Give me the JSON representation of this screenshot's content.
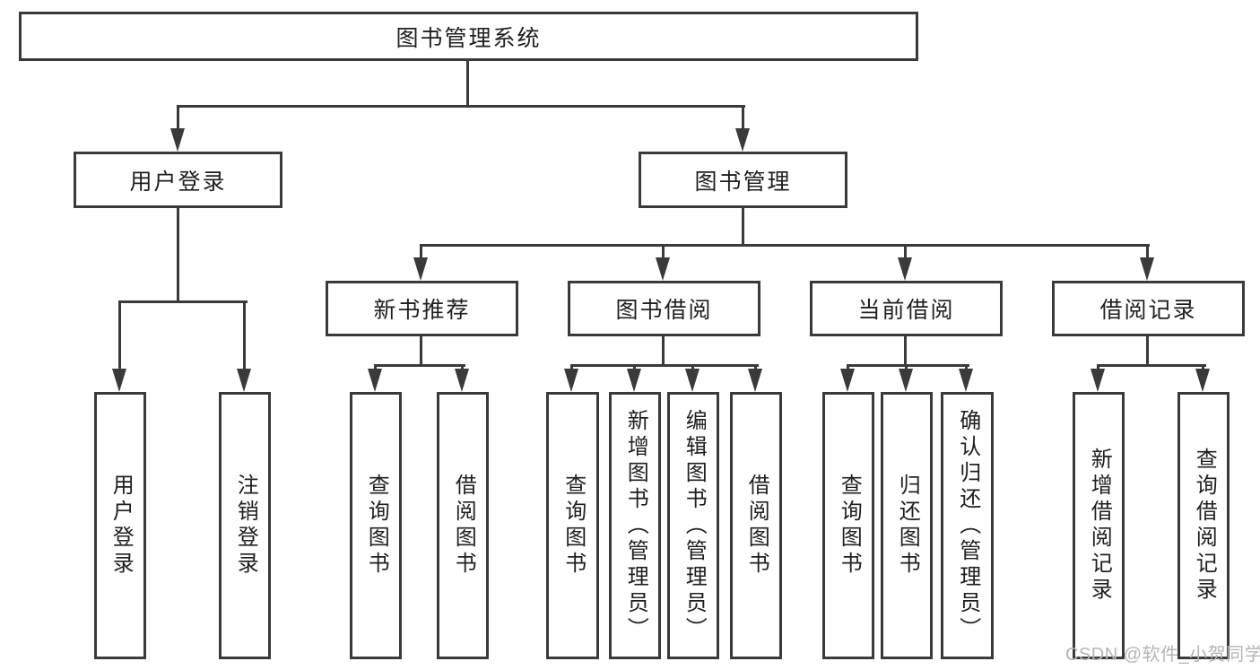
{
  "diagram": {
    "title": "图书管理系统",
    "tree": {
      "label": "图书管理系统",
      "children": [
        {
          "label": "用户登录",
          "children": [
            {
              "label": "用户登录"
            },
            {
              "label": "注销登录"
            }
          ]
        },
        {
          "label": "图书管理",
          "children": [
            {
              "label": "新书推荐",
              "children": [
                {
                  "label": "查询图书"
                },
                {
                  "label": "借阅图书"
                }
              ]
            },
            {
              "label": "图书借阅",
              "children": [
                {
                  "label": "查询图书"
                },
                {
                  "label": "新增图书（管理员）"
                },
                {
                  "label": "编辑图书（管理员）"
                },
                {
                  "label": "借阅图书"
                }
              ]
            },
            {
              "label": "当前借阅",
              "children": [
                {
                  "label": "查询图书"
                },
                {
                  "label": "归还图书"
                },
                {
                  "label": "确认归还（管理员）"
                }
              ]
            },
            {
              "label": "借阅记录",
              "children": [
                {
                  "label": "新增借阅记录"
                },
                {
                  "label": "查询借阅记录"
                }
              ]
            }
          ]
        }
      ]
    }
  },
  "watermark": "CSDN @软件_小贺同学",
  "colors": {
    "line": "#3a3a3a",
    "text": "#1f1f1f",
    "background": "#ffffff",
    "watermark": "#b5b5b5"
  }
}
